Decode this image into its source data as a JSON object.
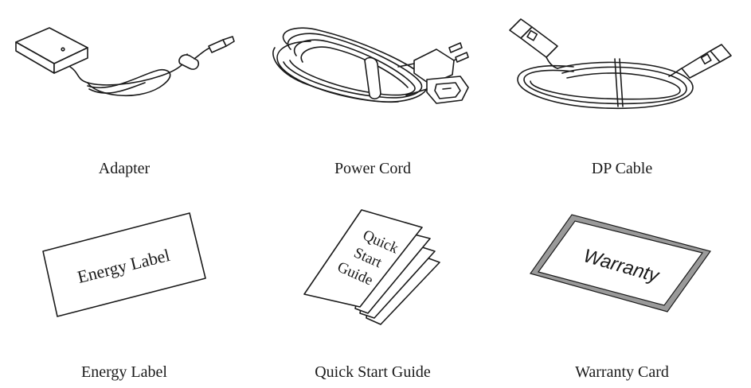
{
  "items": [
    {
      "caption": "Adapter",
      "illustration": "adapter-illustration"
    },
    {
      "caption": "Power Cord",
      "illustration": "power-cord-illustration"
    },
    {
      "caption": "DP Cable",
      "illustration": "dp-cable-illustration"
    },
    {
      "caption": "Energy Label",
      "illustration": "energy-label-illustration",
      "card_text": "Energy Label"
    },
    {
      "caption": "Quick Start Guide",
      "illustration": "quick-start-guide-illustration",
      "card_lines": [
        "Quick",
        "Start",
        "Guide"
      ]
    },
    {
      "caption": "Warranty Card",
      "illustration": "warranty-card-illustration",
      "card_text": "Warranty"
    }
  ]
}
